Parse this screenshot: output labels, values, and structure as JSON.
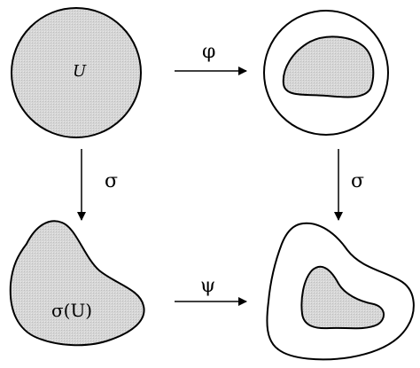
{
  "labels": {
    "u_label": "U",
    "phi_label": "φ",
    "sigma_left_label": "σ",
    "sigma_right_label": "σ",
    "psi_label": "ψ",
    "sigma_u_label": "σ(U)"
  },
  "colors": {
    "fill": "#d8d8d8",
    "stroke": "#000000",
    "background": "#ffffff"
  }
}
